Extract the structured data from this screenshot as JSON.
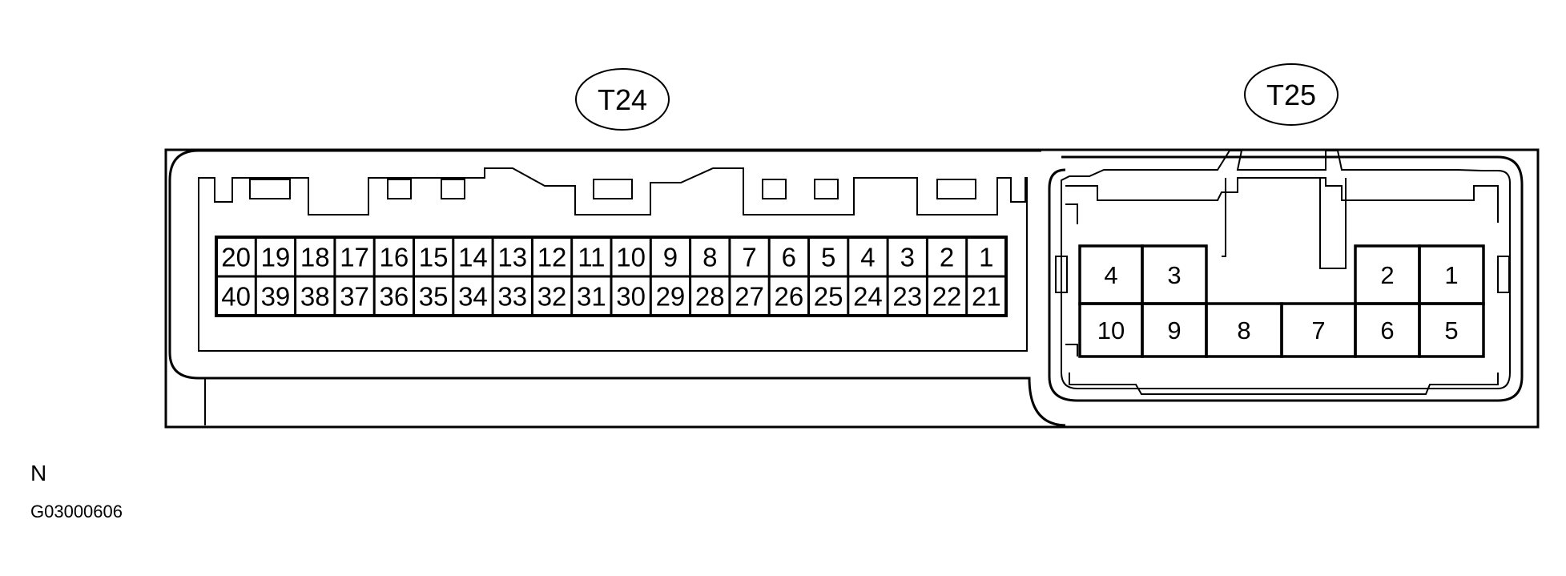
{
  "connectors": [
    {
      "id": "T24",
      "label": "T24",
      "top_row": [
        "20",
        "19",
        "18",
        "17",
        "16",
        "15",
        "14",
        "13",
        "12",
        "11",
        "10",
        "9",
        "8",
        "7",
        "6",
        "5",
        "4",
        "3",
        "2",
        "1"
      ],
      "bottom_row": [
        "40",
        "39",
        "38",
        "37",
        "36",
        "35",
        "34",
        "33",
        "32",
        "31",
        "30",
        "29",
        "28",
        "27",
        "26",
        "25",
        "24",
        "23",
        "22",
        "21"
      ]
    },
    {
      "id": "T25",
      "label": "T25",
      "pins": [
        {
          "label": "4"
        },
        {
          "label": "3"
        },
        {
          "label": "2"
        },
        {
          "label": "1"
        },
        {
          "label": "10"
        },
        {
          "label": "9"
        },
        {
          "label": "8"
        },
        {
          "label": "7"
        },
        {
          "label": "6"
        },
        {
          "label": "5"
        }
      ]
    }
  ],
  "view_label": "N",
  "figure_code": "G03000606"
}
